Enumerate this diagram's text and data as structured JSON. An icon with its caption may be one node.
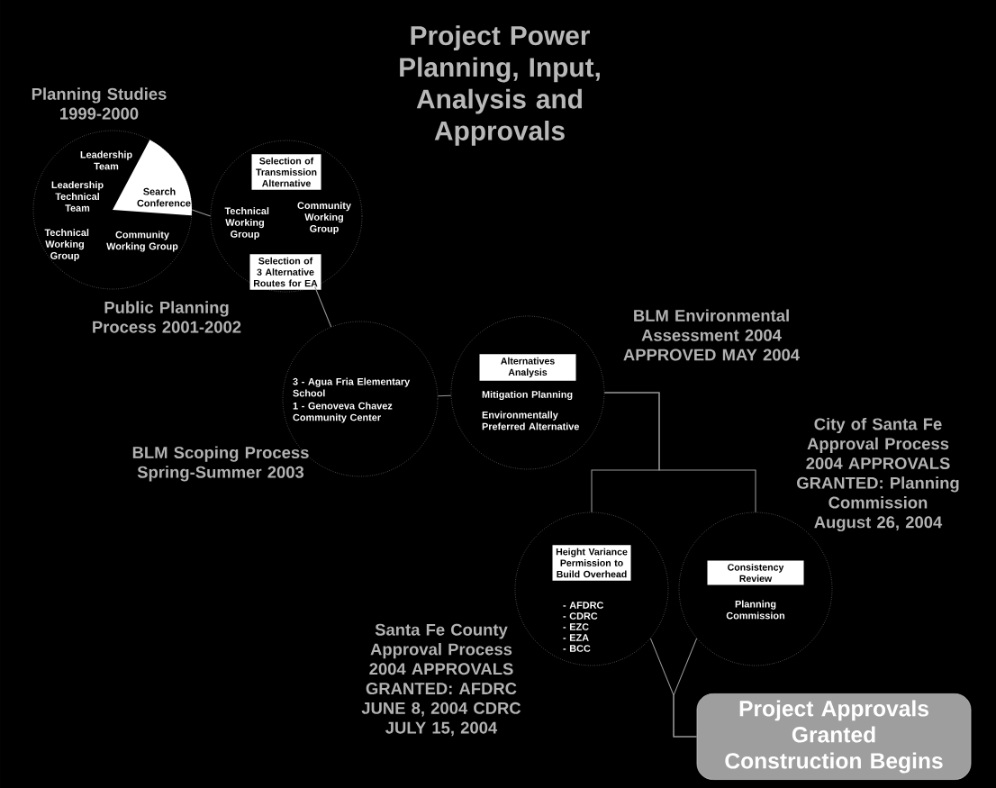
{
  "diagram": {
    "title": "Project Power Planning, Input, Analysis and Approvals",
    "nodes": [
      {
        "text": [
          "Leadership Team",
          "Leadership Technical Team",
          "Technical Working Group",
          "Community Working Group"
        ],
        "beside": [
          "Planning Studies 1999-2000"
        ]
      },
      {
        "text": [
          "Search Conference"
        ],
        "in": 0
      },
      {
        "text": [
          "Technical Working Group",
          "Community Working Group"
        ],
        "beside": [
          "Public Planning Process 2001-2002"
        ]
      },
      {
        "text": [
          "Selection of Transmission Alternative"
        ],
        "in": 2
      },
      {
        "text": [
          "Selection of 3 Alternative Routes for EA"
        ],
        "in": 2
      },
      {
        "text": [
          "3 - Agua Fria Elementary School",
          "1 - Genoveva Chavez Community Center"
        ],
        "beside": [
          "BLM Scoping Process Spring-Summer 2003"
        ]
      },
      {
        "text": [
          "Mitigation Planning",
          "Environmentally Preferred Alternative"
        ],
        "beside": [
          "BLM Environmental Assessment 2004 APPROVED MAY 2004"
        ]
      },
      {
        "text": [
          "Alternatives Analysis"
        ],
        "in": 6
      },
      {
        "text": [
          "- AFDRC",
          "- CDRC",
          "- EZC",
          "- EZA",
          "- BCC"
        ],
        "beside": [
          "Santa Fe County Approval Process 2004 APPROVALS GRANTED: AFDRC JUNE 8, 2004 CDRC JULY 15, 2004"
        ]
      },
      {
        "text": [
          "Height Variance Permission to Build Overhead"
        ],
        "in": 8
      },
      {
        "text": [
          "Planning Commission"
        ],
        "beside": [
          "City of Santa Fe Approval Process 2004 APPROVALS GRANTED: Planning Commission August 26, 2004"
        ]
      },
      {
        "text": [
          "Consistency Review"
        ],
        "in": 10
      },
      {
        "text": [
          "Project Approvals Granted Construction Begins"
        ]
      }
    ],
    "edges": [
      {
        "from": 0,
        "to": 2,
        "arrow": "none"
      },
      {
        "from": 2,
        "to": 5,
        "arrow": "none"
      },
      {
        "from": 5,
        "to": 6,
        "arrow": "none"
      },
      {
        "from": 6,
        "to": 8,
        "arrow": "none"
      },
      {
        "from": 6,
        "to": 10,
        "arrow": "none"
      },
      {
        "from": 8,
        "to": 12,
        "arrow": "none"
      },
      {
        "from": 10,
        "to": 12,
        "arrow": "none"
      }
    ]
  }
}
